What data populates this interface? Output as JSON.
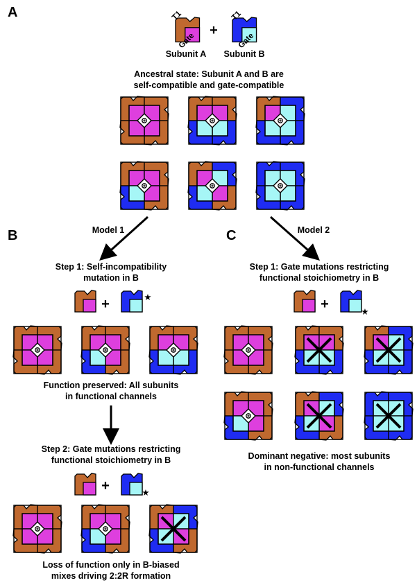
{
  "colors": {
    "subunit_a_t1": "#c0692f",
    "subunit_a_gate": "#de3fde",
    "subunit_b_t1": "#1f2cf2",
    "subunit_b_gate": "#a6f6f6",
    "outline": "#000000",
    "background": "#ffffff"
  },
  "panel_a": {
    "letter": "A",
    "label_t1_a": "T1",
    "label_gate_a": "Gate",
    "label_t1_b": "T1",
    "label_gate_b": "Gate",
    "plus": "+",
    "subunit_a": "Subunit A",
    "subunit_b": "Subunit B",
    "caption_line1": "Ancestral state: Subunit A and B are",
    "caption_line2": "self-compatible and gate-compatible"
  },
  "panel_b": {
    "letter": "B",
    "model": "Model 1",
    "step1_line1": "Step 1: Self-incompatibility",
    "step1_line2": "mutation in B",
    "plus1": "+",
    "star1": "★",
    "result1_line1": "Function preserved: All subunits",
    "result1_line2": "in functional channels",
    "step2_line1": "Step 2: Gate mutations restricting",
    "step2_line2": "functional stoichiometry in B",
    "plus2": "+",
    "star2": "★",
    "result2_line1": "Loss of function only in B-biased",
    "result2_line2": "mixes driving 2:2R formation"
  },
  "panel_c": {
    "letter": "C",
    "model": "Model 2",
    "step1_line1": "Step 1: Gate mutations restricting",
    "step1_line2": "functional stoichiometry in B",
    "plus": "+",
    "star": "★",
    "result_line1": "Dominant negative: most subunits",
    "result_line2": "in non-functional channels"
  },
  "channels": {
    "ancestral": [
      {
        "subunits": "AAAA",
        "functional": true
      },
      {
        "subunits": "AABB",
        "functional": true
      },
      {
        "subunits": "ABBB",
        "functional": true
      },
      {
        "subunits": "AAAB",
        "functional": true
      },
      {
        "subunits": "ABAB",
        "functional": true
      },
      {
        "subunits": "BBBB",
        "functional": true
      }
    ],
    "model1_step1": [
      {
        "subunits": "AAAA",
        "functional": true
      },
      {
        "subunits": "AAAB",
        "functional": true
      },
      {
        "subunits": "AABB",
        "functional": true
      }
    ],
    "model1_step2": [
      {
        "subunits": "AAAA",
        "functional": true
      },
      {
        "subunits": "AAAB",
        "functional": true
      },
      {
        "subunits": "ABAB",
        "functional": false
      }
    ],
    "model2_step1": [
      {
        "subunits": "AAAA",
        "functional": true
      },
      {
        "subunits": "AABB",
        "functional": false
      },
      {
        "subunits": "ABBB",
        "functional": false
      },
      {
        "subunits": "AAAB",
        "functional": true
      },
      {
        "subunits": "ABAB",
        "functional": false
      },
      {
        "subunits": "BBBB",
        "functional": false
      }
    ]
  }
}
